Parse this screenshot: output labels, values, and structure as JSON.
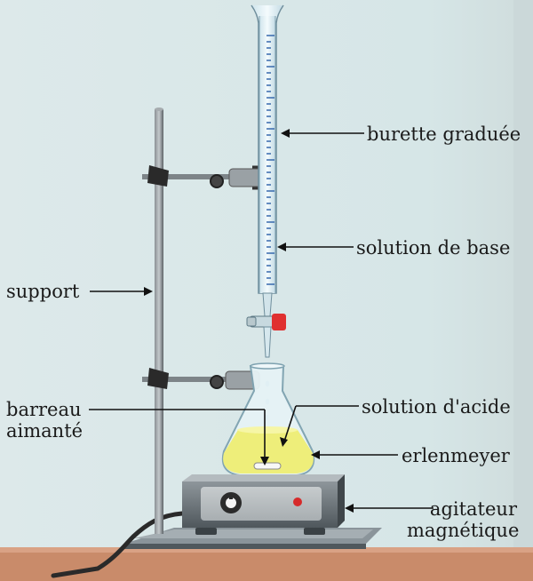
{
  "labels": {
    "burette": "burette graduée",
    "base_solution": "solution de base",
    "support": "support",
    "bar": "barreau aimanté",
    "acid_solution": "solution d'acide",
    "flask": "erlenmeyer",
    "stirrer": "agitateur magnétique"
  },
  "colors": {
    "background": "#d9e8e9",
    "table": "#c98b6a",
    "solution": "#eeee7a",
    "burette_scale": "#2a5fa8",
    "stopcock": "#e03030",
    "stand": "#6d7478"
  }
}
